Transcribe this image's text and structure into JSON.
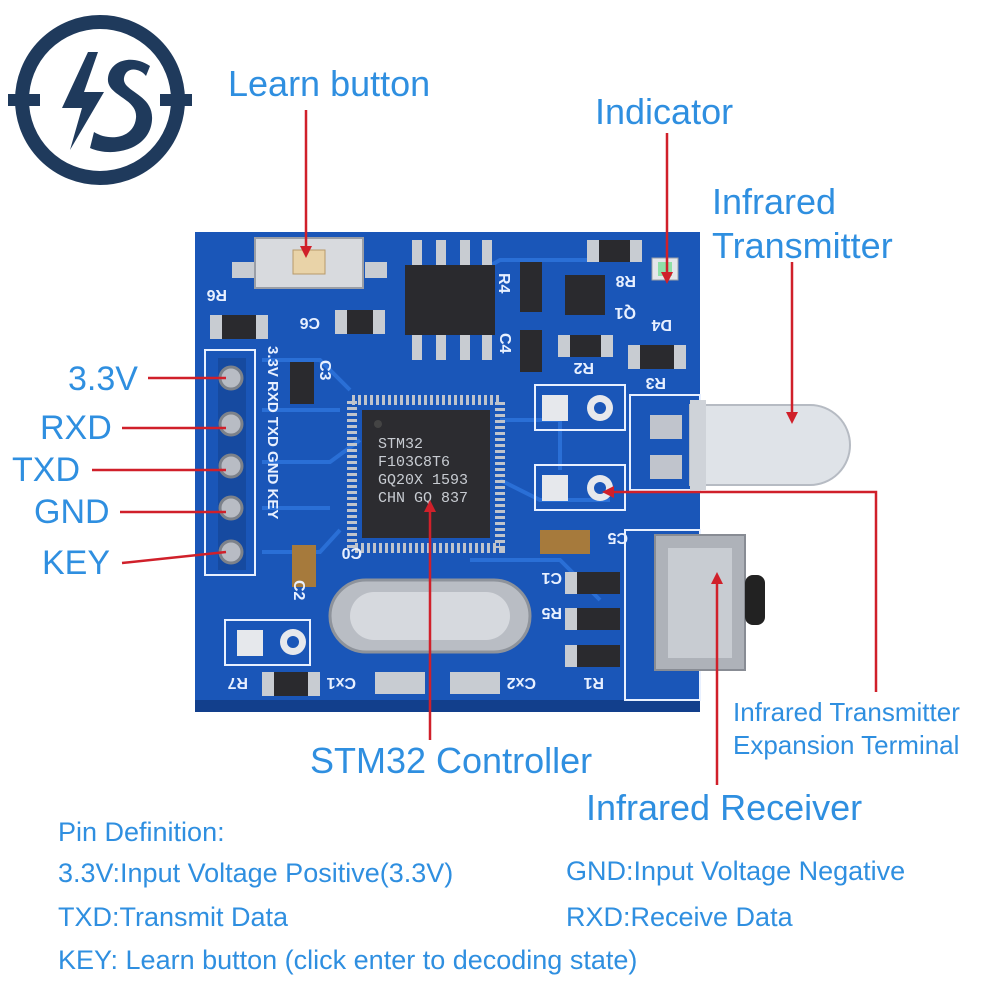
{
  "callouts": {
    "learn_button": "Learn button",
    "indicator": "Indicator",
    "ir_transmitter_1": "Infrared",
    "ir_transmitter_2": "Transmitter",
    "pin_33v": "3.3V",
    "pin_rxd": "RXD",
    "pin_txd": "TXD",
    "pin_gnd": "GND",
    "pin_key": "KEY",
    "stm32": "STM32 Controller",
    "ir_expansion_1": "Infrared Transmitter",
    "ir_expansion_2": "Expansion Terminal",
    "ir_receiver": "Infrared Receiver"
  },
  "pin_definition": {
    "heading": "Pin Definition:",
    "line_33v": "3.3V:Input Voltage Positive(3.3V)",
    "line_gnd": "GND:Input Voltage Negative",
    "line_txd": "TXD:Transmit Data",
    "line_rxd": "RXD:Receive Data",
    "line_key": "KEY: Learn button (click enter to decoding state)"
  },
  "silkscreen": {
    "r6": "R6",
    "c6": "C6",
    "r4": "R4",
    "r8": "R8",
    "q1": "Q1",
    "d4": "D4",
    "c4": "C4",
    "r2": "R2",
    "r3": "R3",
    "c3": "C3",
    "c5": "C5",
    "c0": "C0",
    "c1": "C1",
    "r5": "R5",
    "c2": "C2",
    "r7": "R7",
    "cx1": "Cx1",
    "cx2": "Cx2",
    "r1": "R1",
    "pins": "3.3V RXD TXD GND KEY"
  },
  "chip": {
    "line1": "STM32",
    "line2": "F103C8T6",
    "line3": "GQ20X 1593",
    "line4": "CHN GQ 837"
  },
  "colors": {
    "label_blue": "#2f8fe0",
    "pointer_red": "#d0202a",
    "pcb_blue": "#1a56b8",
    "logo_navy": "#1f3a5c"
  }
}
